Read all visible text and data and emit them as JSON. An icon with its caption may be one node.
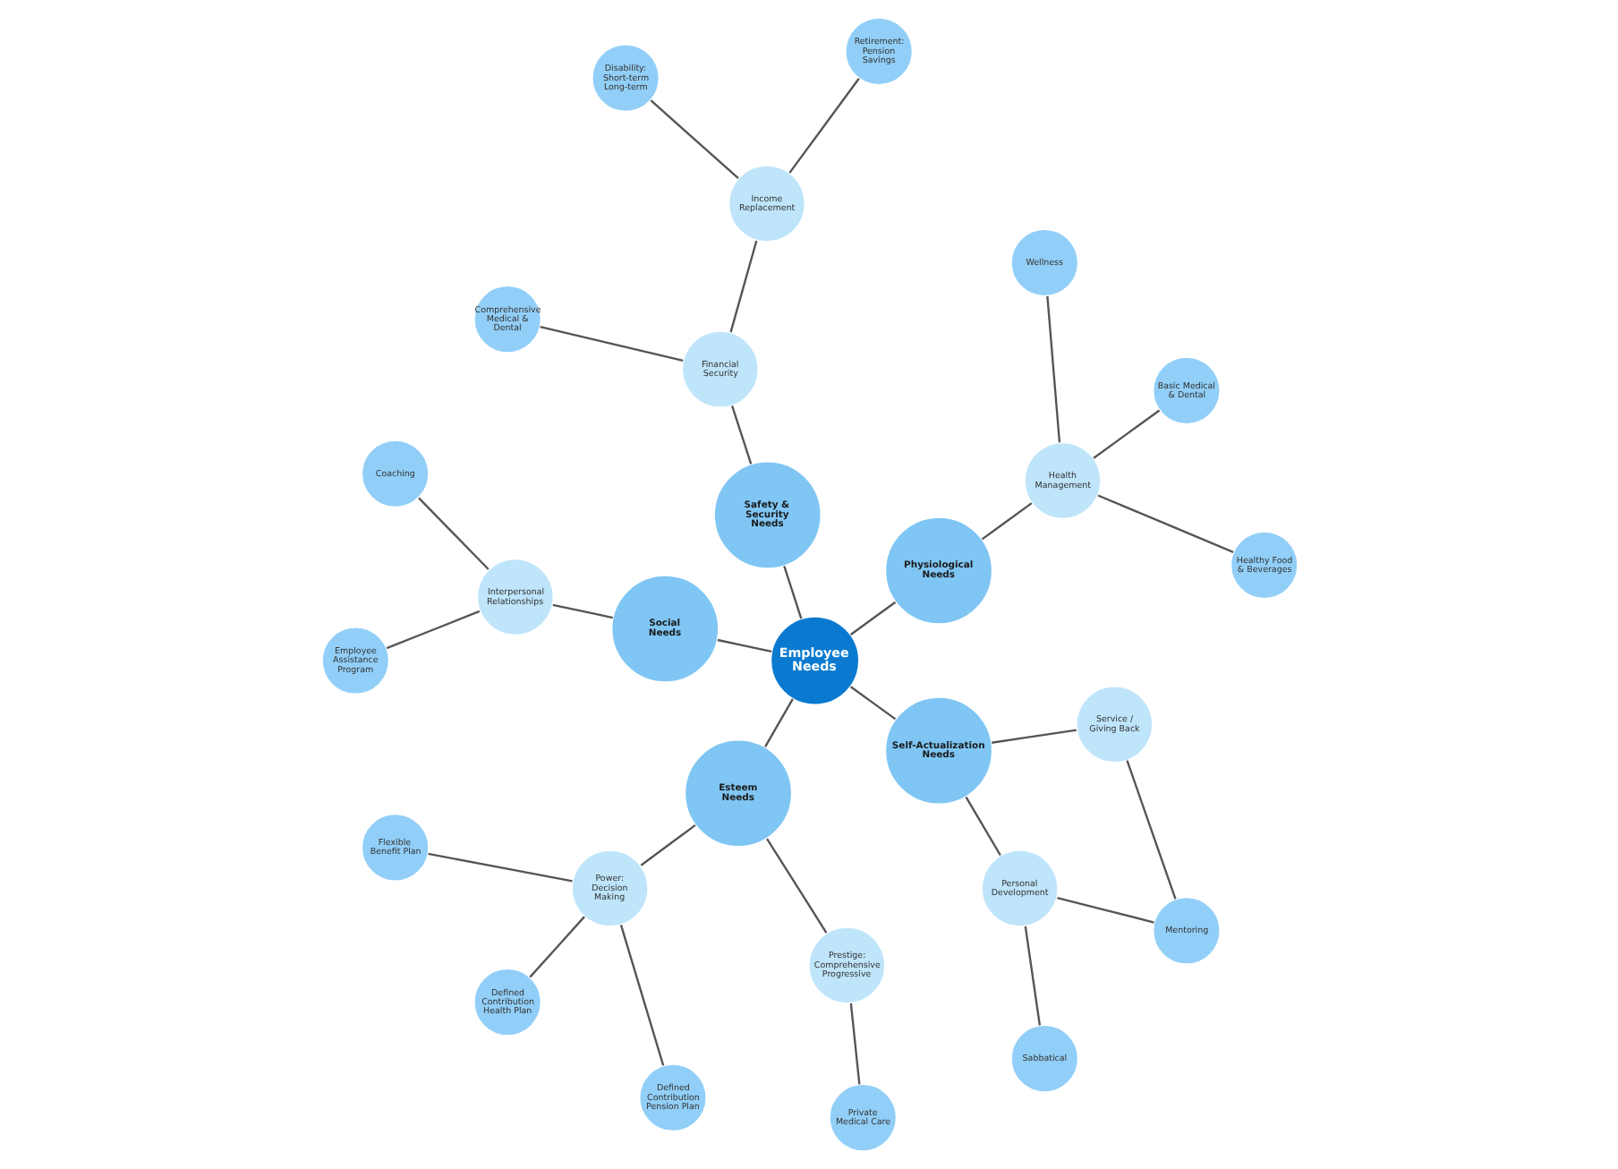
{
  "diagram": {
    "nodes": [
      {
        "text": [
          "Employee Needs"
        ]
      },
      {
        "text": [
          "Physiological Needs"
        ]
      },
      {
        "text": [
          "Health Management"
        ]
      },
      {
        "text": [
          "Healthy Food & Beverages"
        ]
      },
      {
        "text": [
          "Basic Medical & Dental"
        ]
      },
      {
        "text": [
          "Wellness"
        ]
      },
      {
        "text": [
          "Safety & Security Needs"
        ]
      },
      {
        "text": [
          "Financial Security"
        ]
      },
      {
        "text": [
          "Income Replacement"
        ]
      },
      {
        "text": [
          "Retirement: Pension Savings"
        ]
      },
      {
        "text": [
          "Disability: Short-term Long-term"
        ]
      },
      {
        "text": [
          "Comprehensive Medical & Dental"
        ]
      },
      {
        "text": [
          "Social Needs"
        ]
      },
      {
        "text": [
          "Interpersonal Relationships"
        ]
      },
      {
        "text": [
          "Coaching"
        ]
      },
      {
        "text": [
          "Employee Assistance Program"
        ]
      },
      {
        "text": [
          "Esteem Needs"
        ]
      },
      {
        "text": [
          "Power: Decision Making"
        ]
      },
      {
        "text": [
          "Flexible Benefit Plan"
        ]
      },
      {
        "text": [
          "Defined Contribution Health Plan"
        ]
      },
      {
        "text": [
          "Defined Contribution Pension Plan"
        ]
      },
      {
        "text": [
          "Prestige: Comprehensive Progressive"
        ]
      },
      {
        "text": [
          "Private Medical Care"
        ]
      },
      {
        "text": [
          "Self-Actualization Needs"
        ]
      },
      {
        "text": [
          "Personal Development"
        ]
      },
      {
        "text": [
          "Sabbatical"
        ]
      },
      {
        "text": [
          "Mentoring"
        ]
      },
      {
        "text": [
          "Service / Giving Back"
        ]
      }
    ],
    "edges": [
      {
        "from": 0,
        "to": 1,
        "arrow": "none"
      },
      {
        "from": 1,
        "to": 2,
        "arrow": "none"
      },
      {
        "from": 2,
        "to": 3,
        "arrow": "none"
      },
      {
        "from": 2,
        "to": 4,
        "arrow": "none"
      },
      {
        "from": 2,
        "to": 5,
        "arrow": "none"
      },
      {
        "from": 0,
        "to": 6,
        "arrow": "none"
      },
      {
        "from": 6,
        "to": 7,
        "arrow": "none"
      },
      {
        "from": 7,
        "to": 8,
        "arrow": "none"
      },
      {
        "from": 8,
        "to": 9,
        "arrow": "none"
      },
      {
        "from": 8,
        "to": 10,
        "arrow": "none"
      },
      {
        "from": 7,
        "to": 11,
        "arrow": "none"
      },
      {
        "from": 0,
        "to": 12,
        "arrow": "none"
      },
      {
        "from": 12,
        "to": 13,
        "arrow": "none"
      },
      {
        "from": 13,
        "to": 14,
        "arrow": "none"
      },
      {
        "from": 13,
        "to": 15,
        "arrow": "none"
      },
      {
        "from": 0,
        "to": 16,
        "arrow": "none"
      },
      {
        "from": 16,
        "to": 17,
        "arrow": "none"
      },
      {
        "from": 17,
        "to": 18,
        "arrow": "none"
      },
      {
        "from": 17,
        "to": 19,
        "arrow": "none"
      },
      {
        "from": 17,
        "to": 20,
        "arrow": "none"
      },
      {
        "from": 16,
        "to": 21,
        "arrow": "none"
      },
      {
        "from": 21,
        "to": 22,
        "arrow": "none"
      },
      {
        "from": 0,
        "to": 23,
        "arrow": "none"
      },
      {
        "from": 23,
        "to": 24,
        "arrow": "none"
      },
      {
        "from": 24,
        "to": 25,
        "arrow": "none"
      },
      {
        "from": 24,
        "to": 26,
        "arrow": "none"
      },
      {
        "from": 23,
        "to": 27,
        "arrow": "none"
      },
      {
        "from": 27,
        "to": 26,
        "arrow": "none"
      }
    ]
  }
}
